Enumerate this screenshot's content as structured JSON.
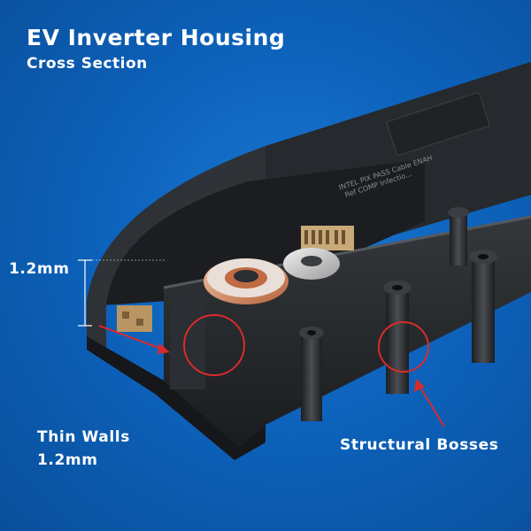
{
  "header": {
    "title": "EV Inverter Housing",
    "subtitle": "Cross Section"
  },
  "callouts": {
    "dimension": "1.2mm",
    "thin_walls_line1": "Thin Walls",
    "thin_walls_line2": "1.2mm",
    "bosses": "Structural Bosses"
  },
  "engraving": {
    "line1": "INTEL PIX PASS Cable ENAH",
    "line2": "Ref COMP Infectio..."
  },
  "colors": {
    "background": "#0d62bb",
    "accent": "#d92b2b",
    "housing": "#2a2d31"
  }
}
